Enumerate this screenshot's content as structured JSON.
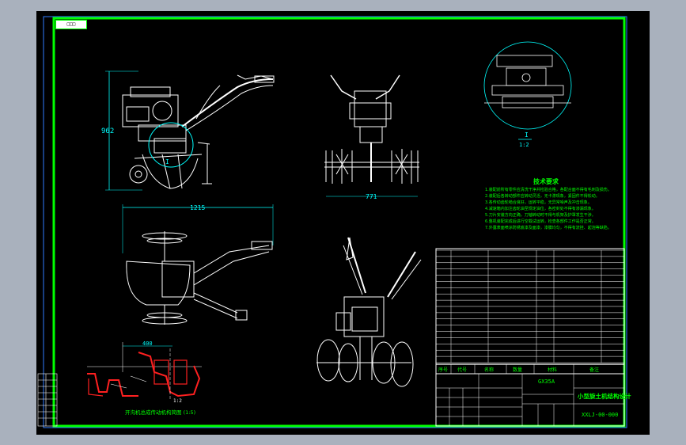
{
  "sheet": {
    "title_tag": "□□□",
    "colors": {
      "background": "#000000",
      "frame": "#00ff00",
      "outline": "#ffffff",
      "dimension": "#00ffff",
      "section": "#ff2020",
      "tech": "#00ff00"
    }
  },
  "side_view": {
    "height_dim": "962",
    "detail_marker": "I"
  },
  "front_view": {
    "width_dim": "771"
  },
  "detail_view": {
    "label": "I",
    "scale": "1:2"
  },
  "top_view": {
    "length_dim": "1215"
  },
  "section_view": {
    "width_dim": "400",
    "caption": "开沟机总成传动机构简图 (1:5)",
    "scale": "1:2"
  },
  "tech_requirements": {
    "title": "技术要求",
    "items": [
      "1.装配前所有零件应清洗干净并检验合格，各配合面不得有毛刺及损伤。",
      "2.装配后各转动部件应转动灵活，无卡滞现象，紧固件不得松动。",
      "3.各传动齿轮啮合良好，运转平稳，无异常噪声及冲击现象。",
      "4.减速箱内加注齿轮油至规定油位，各密封处不得有渗漏现象。",
      "5.刀片安装方向正确，刀轴转动时不得与机架及护罩发生干涉。",
      "6.整机装配完成后进行空载试运转，检查各部件工作是否正常。",
      "7.外露表面喷涂防锈底漆及面漆，漆膜均匀，不得有流挂、起泡等缺陷。"
    ]
  },
  "title_block": {
    "parts_rows": 18,
    "header": [
      "序号",
      "代号",
      "名称",
      "数量",
      "材料",
      "备注"
    ],
    "engine": "GX35A",
    "drawing_name": "小型旋土机结构设计",
    "drawing_number": "XXLJ-00-000"
  }
}
